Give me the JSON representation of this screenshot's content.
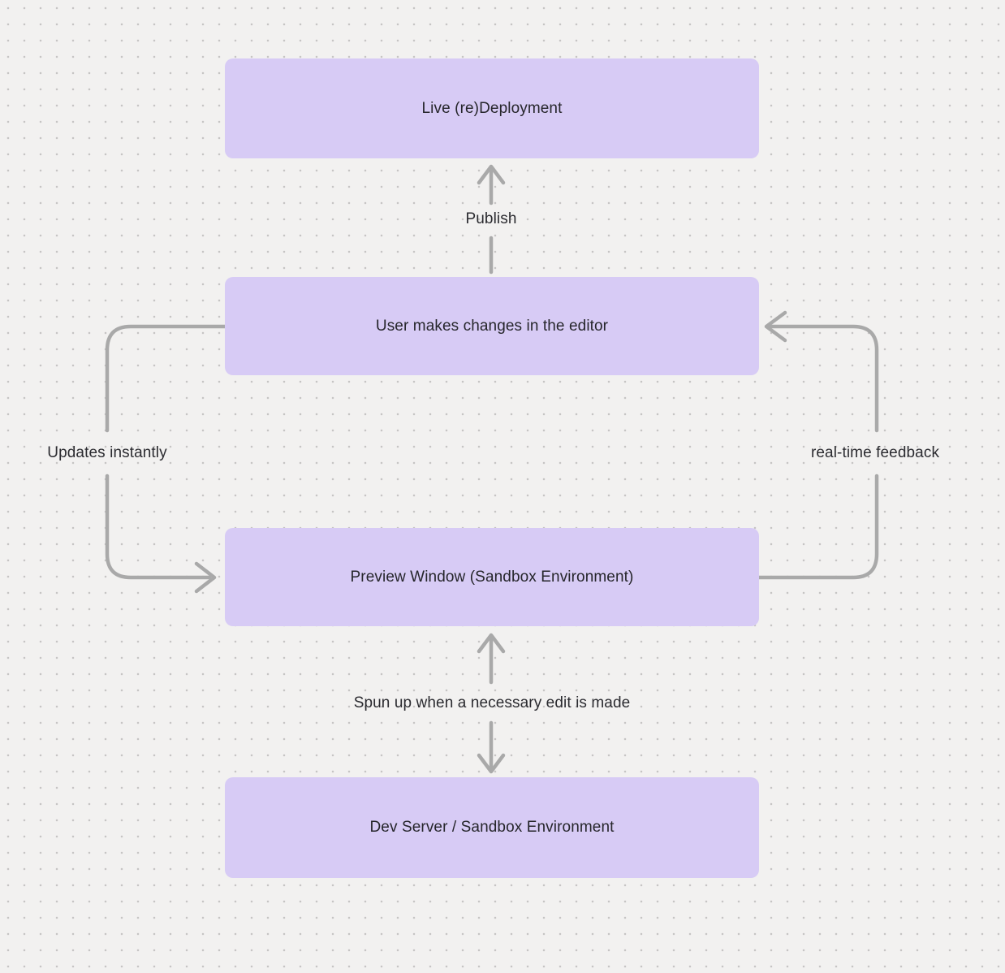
{
  "colors": {
    "canvas-bg": "#f2f1f0",
    "dot": "#c6c5c4",
    "node-fill": "#d7cbf5",
    "node-text": "#26262b",
    "edge": "#a9a9a9",
    "edge-label-text": "#2b2b30"
  },
  "diagram": {
    "nodes": [
      {
        "label": "Live (re)Deployment"
      },
      {
        "label": "User makes changes in the editor"
      },
      {
        "label": "Preview Window (Sandbox Environment)"
      },
      {
        "label": "Dev Server / Sandbox Environment"
      }
    ],
    "edges": [
      {
        "label": "Publish",
        "from": "User makes changes in the editor",
        "to": "Live (re)Deployment",
        "direction": "up"
      },
      {
        "label": "Updates instantly",
        "from": "User makes changes in the editor",
        "to": "Preview Window (Sandbox Environment)",
        "direction": "left-loop-down"
      },
      {
        "label": "real-time feedback",
        "from": "Preview Window (Sandbox Environment)",
        "to": "User makes changes in the editor",
        "direction": "right-loop-up"
      },
      {
        "label": "Spun up when a necessary edit is made",
        "from": "Preview Window (Sandbox Environment)",
        "to": "Dev Server / Sandbox Environment",
        "direction": "both"
      }
    ]
  }
}
